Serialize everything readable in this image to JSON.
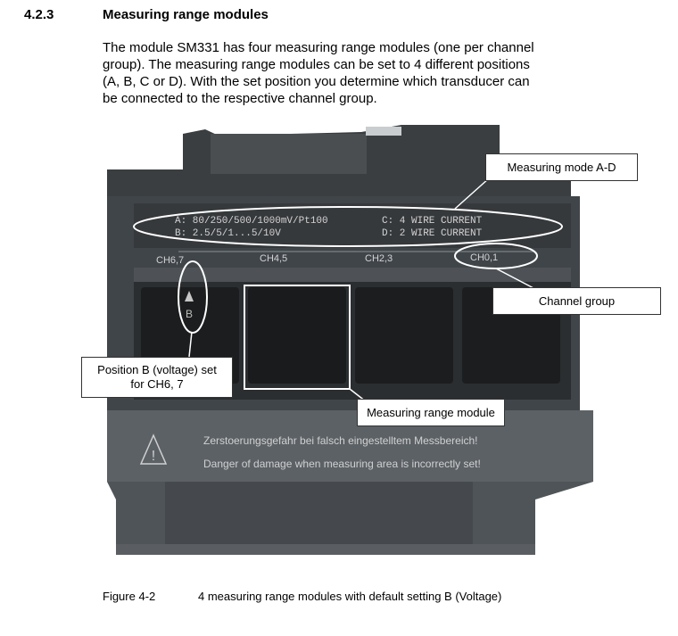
{
  "section": {
    "number": "4.2.3",
    "title": "Measuring range modules",
    "intro_lines": [
      "The module SM331 has four measuring range modules (one per channel",
      "group). The measuring range modules can be set to 4 different positions",
      "(A, B, C or D).  With the set position you determine which transducer can",
      "be connected to the respective channel group."
    ]
  },
  "photo_label": {
    "line_a": "A: 80/250/500/1000mV/Pt100",
    "line_b": "B: 2.5/5/1...5/10V",
    "line_c": "C: 4  WIRE  CURRENT",
    "line_d": "D: 2  WIRE  CURRENT",
    "channels": [
      "CH6,7",
      "CH4,5",
      "CH2,3",
      "CH0,1"
    ],
    "position_letter": "B",
    "warning_de": "Zerstoerungsgefahr bei falsch eingestelltem Messbereich!",
    "warning_en": "Danger of damage when measuring area is incorrectly set!"
  },
  "callouts": {
    "measuring_mode": "Measuring mode A-D",
    "channel_group": "Channel group",
    "position_b_line1": "Position B (voltage) set",
    "position_b_line2": "for CH6, 7",
    "measuring_range_module": "Measuring range module"
  },
  "figure": {
    "number": "Figure 4-2",
    "caption": "4 measuring range modules with default setting B (Voltage)"
  },
  "colors": {
    "housing": "#3d4144",
    "housing_dark": "#2a2d2f",
    "module": "#1b1c1d",
    "label_text": "#d9d9d9"
  }
}
